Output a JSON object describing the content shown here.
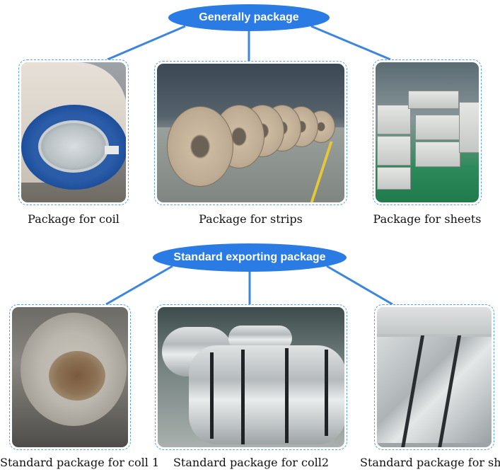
{
  "sections": [
    {
      "title": "Generally package",
      "items": [
        {
          "caption": "Package for coil"
        },
        {
          "caption": "Package for strips"
        },
        {
          "caption": "Package for sheets"
        }
      ]
    },
    {
      "title": "Standard exporting package",
      "items": [
        {
          "caption": "Standard package for coll 1"
        },
        {
          "caption": "Standard package for coll2"
        },
        {
          "caption": "Standard package for sheet"
        }
      ]
    }
  ],
  "colors": {
    "pill": "#2a7be4",
    "connector": "#3c86df",
    "card_border": "#5aa0ea"
  }
}
